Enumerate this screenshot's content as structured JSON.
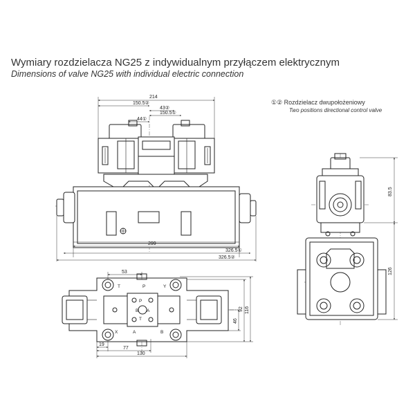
{
  "title": {
    "polish": "Wymiary rozdzielacza NG25 z indywidualnym przyłączem elektrycznym",
    "english": "Dimensions of valve NG25 with individual electric connection"
  },
  "legend": {
    "symbols": "①②",
    "polish": "Rozdzielacz dwupołożeniowy",
    "english": "Two positions directional control valve"
  },
  "front_view": {
    "dims": {
      "d214": "214",
      "d150_5_2": "150.5②",
      "d43_2": "43②",
      "d150_5_1": "150.5①",
      "d44_1": "44①",
      "d299": "299",
      "d326_5_1": "326.5①",
      "d326_5_2": "326.5②"
    }
  },
  "side_view": {
    "dims": {
      "d83_5": "83.5",
      "d126": "126"
    }
  },
  "top_view": {
    "dims": {
      "d53": "53",
      "d19": "19",
      "d77": "77",
      "d130": "130",
      "d46": "46",
      "d92": "92",
      "d116": "116"
    },
    "ports": {
      "T": "T",
      "P": "P",
      "Y": "Y",
      "X": "X",
      "A": "A",
      "B": "B"
    }
  }
}
